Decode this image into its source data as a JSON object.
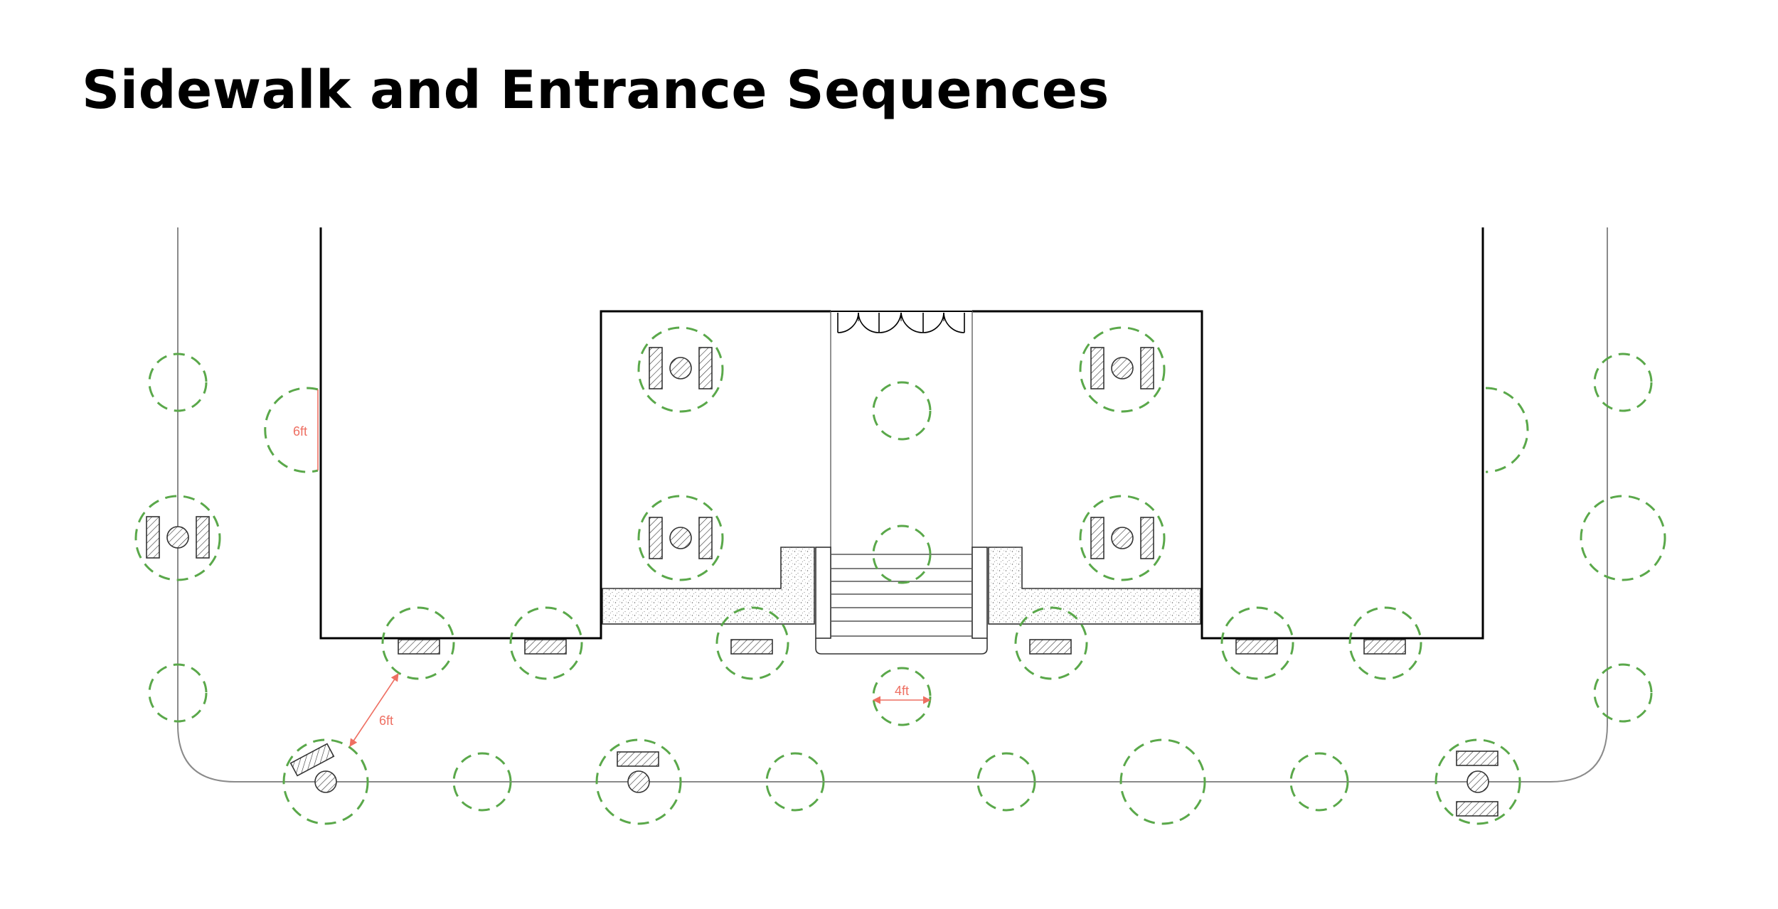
{
  "title": "Sidewalk and Entrance Sequences",
  "colors": {
    "circle": "#5aa84a",
    "dimension": "#ee6f62",
    "wall": "#000000",
    "line": "#8a8a8a"
  },
  "dimensions": {
    "wall_clearance": "6ft",
    "diagonal_clearance": "6ft",
    "entrance_spacing": "4ft"
  }
}
